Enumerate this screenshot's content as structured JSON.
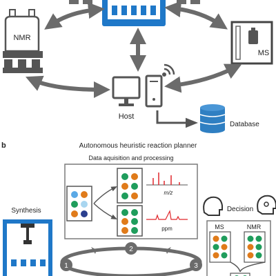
{
  "panel_a": {
    "nmr_label": "NMR",
    "ms_label": "MS",
    "host_label": "Host",
    "database_label": "Database"
  },
  "panel_b": {
    "panel_letter": "b",
    "title": "Autonomous heuristic reaction planner",
    "processing_title": "Data aquisition and processing",
    "ms_axis_label": "m/z",
    "nmr_axis_label": "ppm",
    "synthesis_label": "Synthesis",
    "decision_label": "Decision",
    "decision_ms_label": "MS",
    "decision_nmr_label": "NMR",
    "cycle_steps": [
      "1",
      "2",
      "3"
    ]
  },
  "colors": {
    "accent_blue": "#1f78c8",
    "orange": "#e07b1a",
    "green": "#1f9d5c",
    "light_blue": "#5aa9e6",
    "navy": "#2a3f8f",
    "spectrum_red": "#e0262b",
    "arrow_gray": "#6b6b6b",
    "box_border": "#7a7a7a",
    "database_blue": "#2f7fc2"
  },
  "icons": [
    "nmr-magnet-icon",
    "synthesis-robot-icon",
    "ms-instrument-icon",
    "computer-monitor-icon",
    "computer-tower-icon",
    "wifi-icon",
    "database-icon",
    "human-head-icon",
    "robot-head-icon"
  ]
}
